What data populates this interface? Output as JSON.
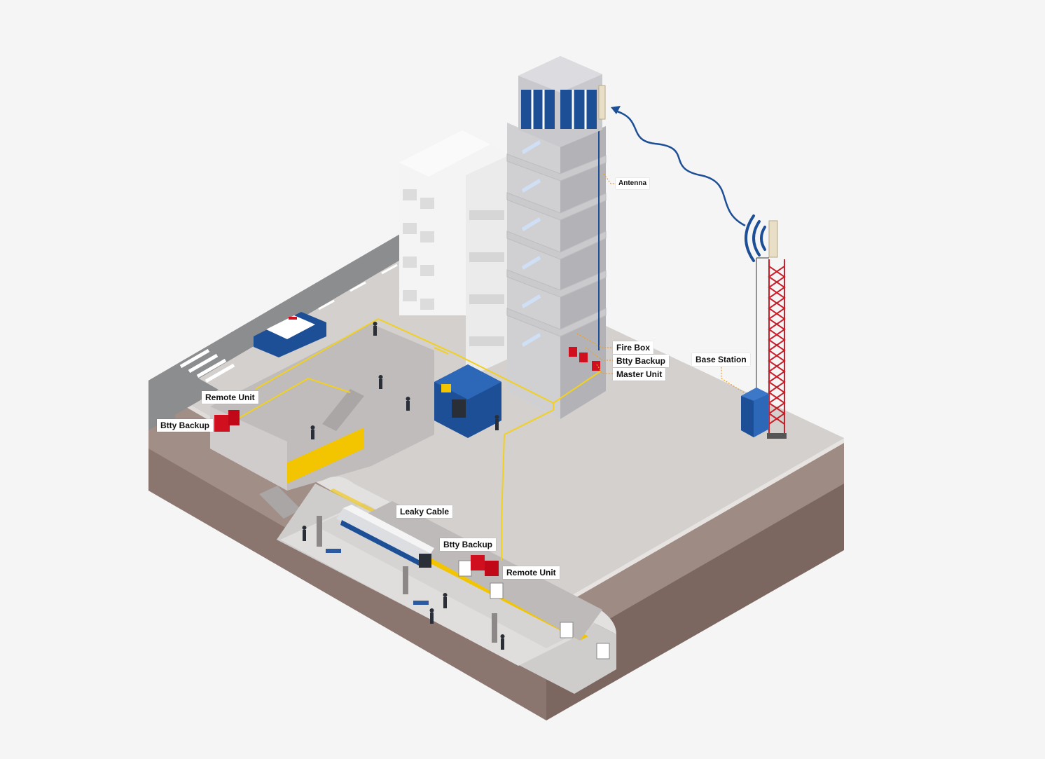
{
  "colors": {
    "background": "#f5f5f5",
    "ground_top": "#d6d3d1",
    "soil_light": "#a08d86",
    "soil_dark": "#7d6862",
    "road": "#8e8f91",
    "building": "#eeeeee",
    "glass": "#1d4f96",
    "fiber": "#f2d020",
    "platform_yellow": "#f4c400",
    "equipment_red": "#d0101e",
    "signal_blue": "#1d4f96",
    "leader_orange": "#e8a030",
    "tower_red": "#c8202a"
  },
  "icons": [
    "antenna-icon",
    "signal-waves-icon",
    "lattice-tower-icon",
    "police-car-icon",
    "escalator-icon",
    "subway-train-icon",
    "metro-sign-icon"
  ],
  "labels": {
    "antenna": "Antenna",
    "fire_box": "Fire Box",
    "btty_backup_building": "Btty Backup",
    "master_unit": "Master Unit",
    "base_station": "Base Station",
    "remote_unit_upper": "Remote Unit",
    "btty_backup_upper": "Btty Backup",
    "leaky_cable": "Leaky Cable",
    "btty_backup_tunnel": "Btty Backup",
    "remote_unit_tunnel": "Remote Unit"
  }
}
